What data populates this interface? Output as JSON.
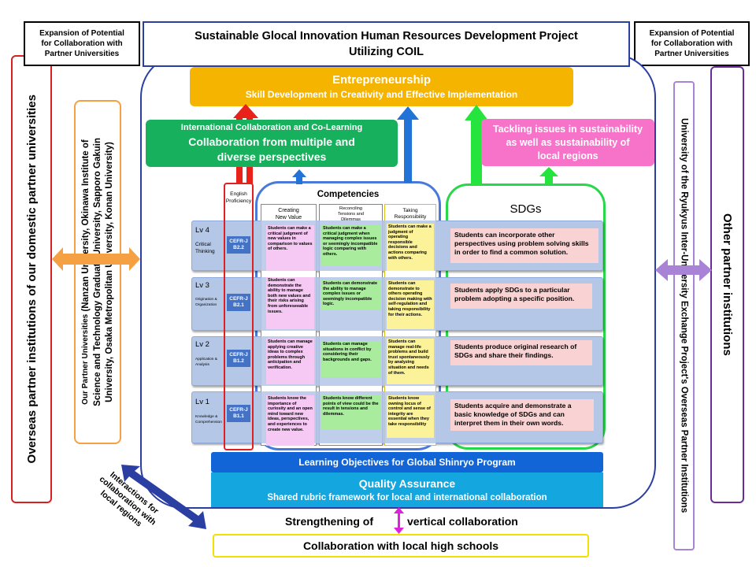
{
  "title": {
    "line1": "Sustainable Glocal Innovation Human Resources Development Project",
    "line2": "Utilizing COIL"
  },
  "expansion_left": {
    "line1": "Expansion of Potential",
    "line2": "for Collaboration with",
    "line3": "Partner Universities"
  },
  "expansion_right": {
    "line1": "Expansion of Potential",
    "line2": "for Collaboration with",
    "line3": "Partner Universities"
  },
  "overseas_partners": "Overseas partner institutions of our domestic partner universities",
  "our_partners": {
    "line1": "Our Partner Universities",
    "line1b": " (Nanzan University, Okinawa Institute of",
    "line2": "Science and Technology Graduate University, Sapporo Gakuin",
    "line3": "University, Osaka Metropolitan University, Konan University)"
  },
  "ryukyus": "University of the Ryukyus Inter-University Exchange Project's Overseas Partner Institutions",
  "other_partners": "Other partner institutions",
  "entrepreneurship": {
    "title": "Entrepreneurship",
    "subtitle": "Skill Development in Creativity and Effective Implementation"
  },
  "international": {
    "title": "International Collaboration and Co-Learning",
    "line1": "Collaboration from multiple and",
    "line2": "diverse perspectives"
  },
  "sustainability": {
    "line1": "Tackling issues in sustainability",
    "line2": "as well as sustainability of",
    "line3": "local regions"
  },
  "english": {
    "line1": "English",
    "line2": "Proficiency"
  },
  "competencies": "Competencies",
  "columns": {
    "creating": {
      "line1": "Creating",
      "line2": "New Value"
    },
    "reconciling": {
      "line1": "Reconciling",
      "line2": "Tensions and",
      "line3": "Dilemmas"
    },
    "taking": {
      "line1": "Taking",
      "line2": "Responsibility"
    }
  },
  "sdgs": "SDGs",
  "levels": [
    {
      "lv": "Lv 4",
      "sub": "Critical Thinking",
      "cefr1": "CEFR-J",
      "cefr2": "B2.2",
      "creating": "Students can make a critical judgment of new values in comparison to values of others.",
      "reconciling": "Students can make a critical judgment when managing complex issues or seemingly incompatible logic comparing with others.",
      "taking": "Students can make a judgment of operating responsible decisions and actions comparing with others.",
      "sdg": "Students can incorporate other perspectives using problem solving skills in order to find a common solution."
    },
    {
      "lv": "Lv 3",
      "sub": "Origination & Organization",
      "cefr1": "CEFR-J",
      "cefr2": "B2.1",
      "creating": "Students can demonstrate the ability to manage both new values and their risks arising from unforeseeable issues.",
      "reconciling": "Students can demonstrate the ability to manage complex issues or seemingly incompatible logic.",
      "taking": "Students can demonstrate to others operating decision making with self-regulation and taking responsibility for their actions.",
      "sdg": "Students apply SDGs to a particular problem adopting a specific position."
    },
    {
      "lv": "Lv 2",
      "sub": "Application & Analysis",
      "cefr1": "CEFR-J",
      "cefr2": "B1.2",
      "creating": "Students can manage applying creative ideas to complex problems through anticipation and verification.",
      "reconciling": "Students can manage situations in conflict by considering their backgrounds and gaps.",
      "taking": "Students can manage real-life problems and build trust spontaneously by analyzing situation and needs of them.",
      "sdg": "Students produce original research of SDGs and share their findings."
    },
    {
      "lv": "Lv 1",
      "sub": "Knowledge & Comprehension",
      "cefr1": "CEFR-J",
      "cefr2": "B1.1",
      "creating": "Students know the importance of curiosity and an open mind toward new ideas, perspectives, and experiences to create new value.",
      "reconciling": "Students know different points of view could be the result in tensions and dilemmas.",
      "taking": "Students know owning locus of control and sense of integrity are essential when they take responsibility",
      "sdg": "Students acquire and demonstrate a basic knowledge of SDGs and can interpret them in their own words."
    }
  ],
  "learning_objectives": "Learning Objectives for Global Shinryo Program",
  "quality": {
    "title": "Quality Assurance",
    "subtitle": "Shared rubric framework for local and international collaboration"
  },
  "interactions": {
    "line1": "Interactions for",
    "line2": "collaboration with",
    "line3": "local regions"
  },
  "strengthening": {
    "before": "Strengthening of",
    "after": "vertical collaboration"
  },
  "high_schools": "Collaboration with local high schools",
  "colors": {
    "entrepreneurship": "#f5b400",
    "international": "#17b15d",
    "sustainability": "#f772c9",
    "blue_border": "#2b3fa3",
    "competency_blue": "#4a7ad9",
    "sdg_green": "#29d84a",
    "level_row": "#b4c7e7",
    "cefr": "#4472c4",
    "creating_cell": "#f5c9f3",
    "reconciling_cell": "#a9ec9d",
    "taking_cell": "#fbf29a",
    "sdg_cell": "#f9d2d3",
    "learning_bar": "#1265d6",
    "quality": "#14a6df",
    "high_school_border": "#f1e000"
  },
  "icons": [
    "arrow-up-icon",
    "double-arrow-icon"
  ]
}
